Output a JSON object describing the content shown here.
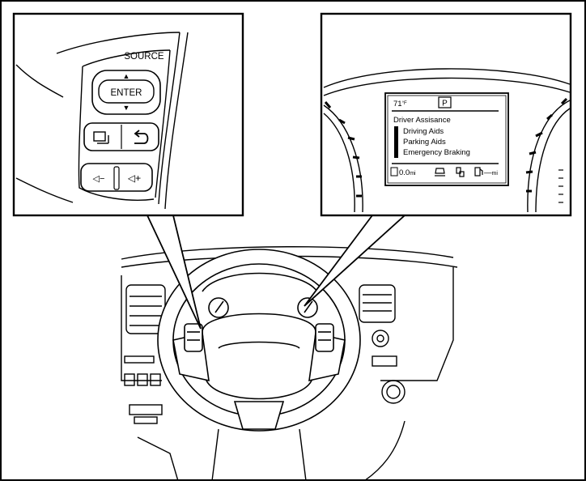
{
  "steering_controls": {
    "source_label": "SOURCE",
    "enter_label": "ENTER",
    "up_arrow": "▲",
    "down_arrow": "▼",
    "vol_minus_label": "◁−",
    "vol_plus_label": "◁+"
  },
  "display": {
    "temperature": "71",
    "temperature_unit": "°F",
    "gear": "P",
    "menu_title": "Driver Assisance",
    "menu_items": [
      "Driving Aids",
      "Parking Aids",
      "Emergency Braking"
    ],
    "trip_value": "0.0",
    "trip_unit": "mi",
    "range_value": "—",
    "range_unit": "mi"
  },
  "colors": {
    "line": "#000000",
    "background": "#ffffff",
    "highlight_bar": "#000000"
  }
}
